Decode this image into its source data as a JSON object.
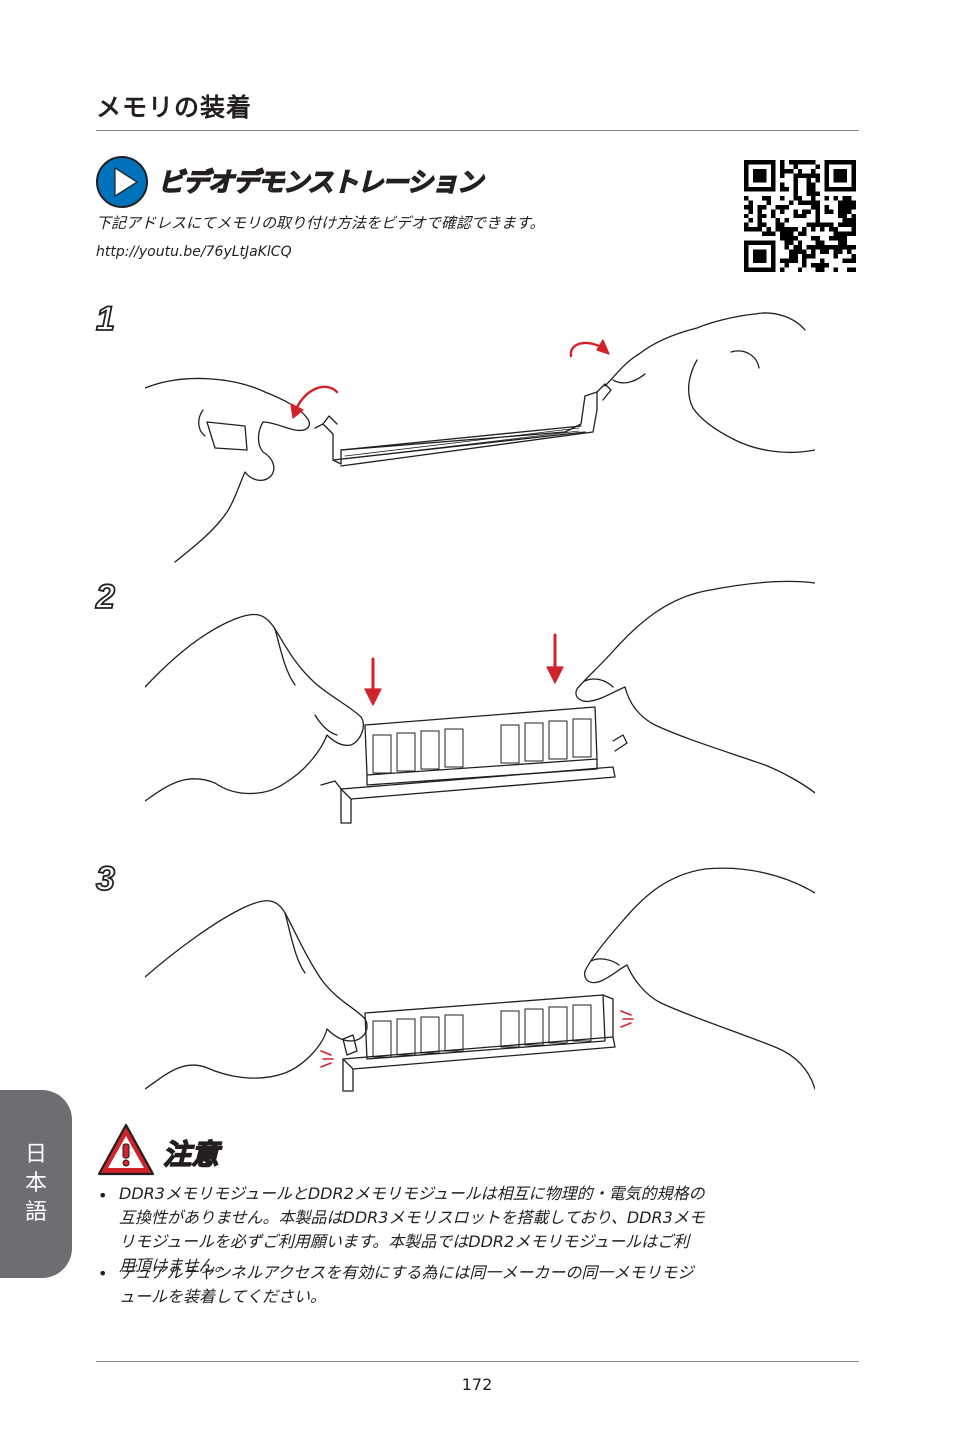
{
  "page": {
    "title": "メモリの装着",
    "number": "172"
  },
  "video": {
    "icon": "play-icon",
    "heading": "ビデオデモンストレーション",
    "description": "下記アドレスにてメモリの取り付け方法をビデオで確認できます。",
    "url": "http://youtu.be/76yLtJaKlCQ"
  },
  "steps": [
    {
      "number": "1"
    },
    {
      "number": "2"
    },
    {
      "number": "3"
    }
  ],
  "side_tab": {
    "label_lines": [
      "日",
      "本",
      "語"
    ]
  },
  "notice": {
    "icon": "warning-triangle-icon",
    "heading": "注意",
    "bullet": "•",
    "items": [
      {
        "lines": [
          "DDR3メモリモジュールとDDR2メモリモジュールは相互に物理的・電気的規格の",
          "互換性がありません。本製品はDDR3メモリスロットを搭載しており、DDR3メモ",
          "リモジュールを必ずご利用願います。本製品ではDDR2メモリモジュールはご利",
          "用頂けません。"
        ]
      },
      {
        "lines": [
          "デュアルチャンネルアクセスを有効にする為には同一メーカーの同一メモリモジ",
          "ュールを装着してください。"
        ]
      }
    ]
  },
  "colors": {
    "text": "#231f20",
    "accent_blue": "#0072bc",
    "warning_red": "#d2232a",
    "tab_gray": "#6d6e71"
  }
}
